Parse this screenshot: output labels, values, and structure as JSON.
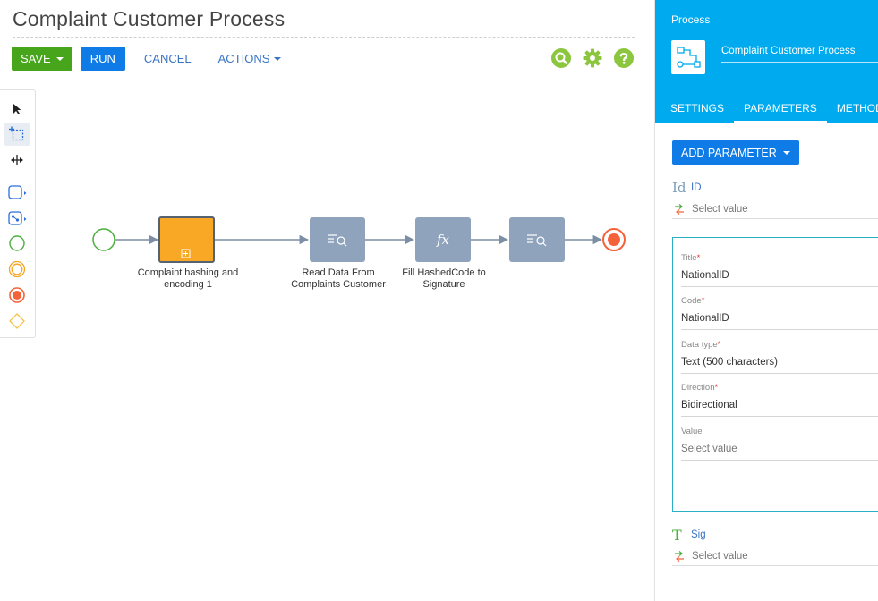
{
  "page": {
    "title": "Complaint Customer Process"
  },
  "toolbar": {
    "save_label": "SAVE",
    "run_label": "RUN",
    "cancel_label": "CANCEL",
    "actions_label": "ACTIONS"
  },
  "top_icons": [
    "search-icon",
    "gear-icon",
    "help-icon"
  ],
  "palette": [
    "pointer-tool-icon",
    "lasso-tool-icon",
    "space-tool-icon",
    "task-icon",
    "user-task-icon",
    "start-event-icon",
    "intermediate-event-icon",
    "end-event-icon",
    "gateway-icon"
  ],
  "diagram": {
    "nodes": [
      {
        "name": "start-event",
        "label": ""
      },
      {
        "name": "subprocess-node",
        "label_lines": [
          "Complaint hashing and",
          "encoding 1"
        ]
      },
      {
        "name": "read-data-node",
        "label_lines": [
          "Read Data From",
          "Complaints Customer"
        ]
      },
      {
        "name": "formula-node",
        "label_lines": [
          "Fill HashedCode to",
          "Signature"
        ]
      },
      {
        "name": "read-data-node-2",
        "label": ""
      },
      {
        "name": "end-event",
        "label": ""
      }
    ]
  },
  "panel": {
    "caption": "Process",
    "process_name": "Complaint Customer Process",
    "tabs": [
      {
        "label": "SETTINGS",
        "active": false
      },
      {
        "label": "PARAMETERS",
        "active": true
      },
      {
        "label": "METHODS",
        "active": false
      }
    ],
    "add_parameter_label": "ADD PARAMETER",
    "parameters": [
      {
        "type_glyph": "Id",
        "name": "ID",
        "value_placeholder": "Select value"
      },
      {
        "type_glyph": "T",
        "name": "Sig",
        "value_placeholder": "Select value"
      }
    ],
    "edit": {
      "title_label": "Title",
      "title_value": "NationalID",
      "code_label": "Code",
      "code_value": "NationalID",
      "datatype_label": "Data type",
      "datatype_value": "Text (500 characters)",
      "direction_label": "Direction",
      "direction_value": "Bidirectional",
      "value_label": "Value",
      "value_placeholder": "Select value",
      "required_mark": "*"
    }
  },
  "colors": {
    "save_green": "#47a51c",
    "run_blue": "#0e7be6",
    "panel_blue": "#00aaee",
    "icon_green": "#8cc63f",
    "subprocess_orange": "#f9a825",
    "task_gray": "#8fa3bd",
    "end_red": "#f4623a",
    "start_green": "#4caf3e"
  }
}
